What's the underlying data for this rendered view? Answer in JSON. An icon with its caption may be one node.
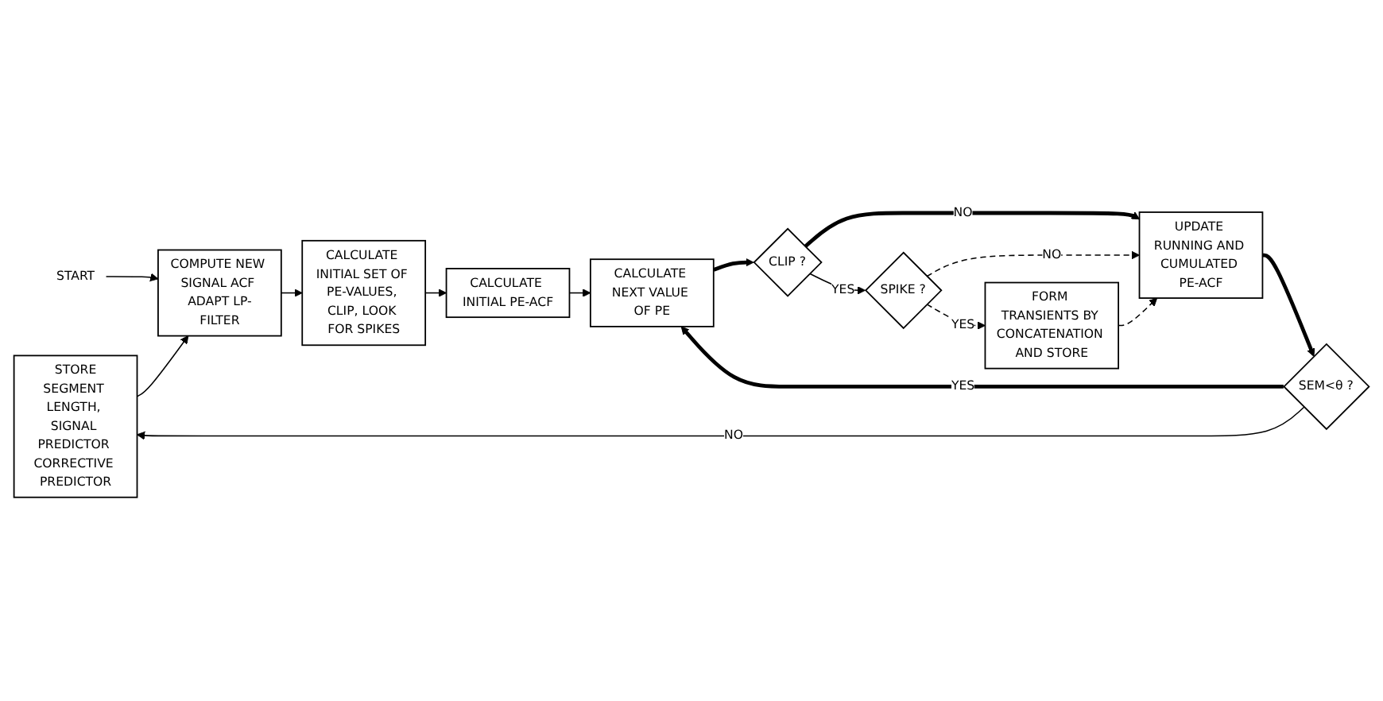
{
  "diagram": {
    "nodes": [
      {
        "text": [
          "START"
        ]
      },
      {
        "text": [
          "STORE",
          "SEGMENT LENGTH, SIGNAL PREDICTOR CORRECTIVE PREDICTOR"
        ]
      },
      {
        "text": [
          "COMPUTE NEW SIGNAL ACF ADAPT LP-FILTER"
        ]
      },
      {
        "text": [
          "CALCULATE INITIAL SET OF PE-VALUES, CLIP, LOOK FOR SPIKES"
        ]
      },
      {
        "text": [
          "CALCULATE INITIAL PE-ACF"
        ]
      },
      {
        "text": [
          "SEM<θ ?"
        ]
      },
      {
        "text": [
          "UPDATE RUNNING AND CUMULATED PE-ACF"
        ]
      },
      {
        "text": [
          "CLIP ?"
        ]
      },
      {
        "text": [
          "CALCULATE NEXT VALUE OF PE"
        ]
      },
      {
        "text": [
          "FORM TRANSIENTS BY CONCATENATION AND STORE"
        ]
      },
      {
        "text": [
          "SPIKE ?"
        ]
      }
    ],
    "edges": [
      {
        "from": 0,
        "to": 2,
        "arrow": "to"
      },
      {
        "from": 1,
        "to": 2,
        "arrow": "to"
      },
      {
        "from": 2,
        "to": 3,
        "arrow": "to"
      },
      {
        "from": 3,
        "to": 4,
        "arrow": "to"
      },
      {
        "from": 4,
        "to": 8,
        "arrow": "to"
      },
      {
        "from": 8,
        "to": 7,
        "arrow": "to",
        "style": "thick"
      },
      {
        "from": 7,
        "to": 6,
        "arrow": "to",
        "label": "NO",
        "style": "thick"
      },
      {
        "from": 6,
        "to": 5,
        "arrow": "to",
        "style": "thick"
      },
      {
        "from": 5,
        "to": 1,
        "arrow": "to",
        "label": "NO"
      },
      {
        "from": 5,
        "to": 8,
        "arrow": "to",
        "label": "YES",
        "style": "thick"
      },
      {
        "from": 7,
        "to": 10,
        "arrow": "to",
        "label": "YES"
      },
      {
        "from": 10,
        "to": 6,
        "arrow": "to",
        "label": "NO",
        "style": "dashed"
      },
      {
        "from": 10,
        "to": 9,
        "arrow": "to",
        "label": "YES",
        "style": "dashed"
      },
      {
        "from": 9,
        "to": 6,
        "arrow": "to",
        "style": "dashed"
      }
    ]
  }
}
